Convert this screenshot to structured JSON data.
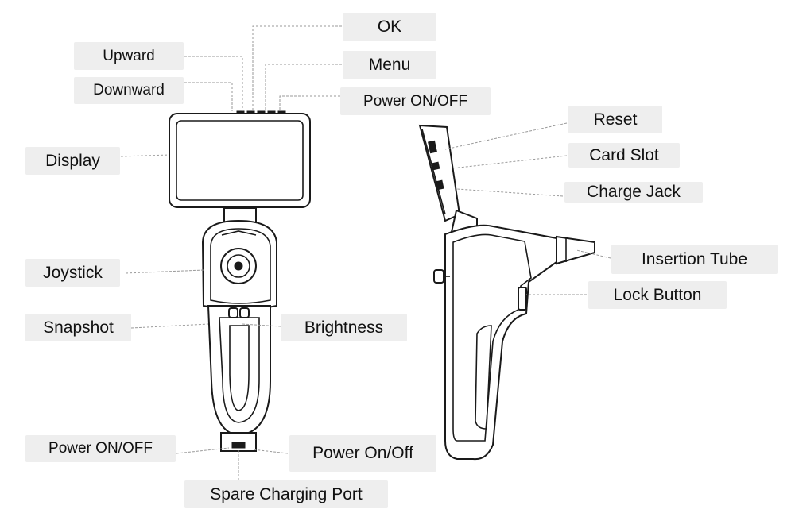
{
  "labels": {
    "ok": "OK",
    "upward": "Upward",
    "menu": "Menu",
    "downward": "Downward",
    "power_top": "Power ON/OFF",
    "display": "Display",
    "joystick": "Joystick",
    "snapshot": "Snapshot",
    "brightness": "Brightness",
    "power_bottom_left": "Power ON/OFF",
    "power_bottom_right": "Power On/Off",
    "spare_charging_port": "Spare Charging Port",
    "reset": "Reset",
    "card_slot": "Card Slot",
    "charge_jack": "Charge Jack",
    "insertion_tube": "Insertion Tube",
    "lock_button": "Lock Button"
  },
  "colors": {
    "label_bg": "#eeeeee",
    "leader_line": "#9a9a9a",
    "outline": "#1a1a1a"
  }
}
